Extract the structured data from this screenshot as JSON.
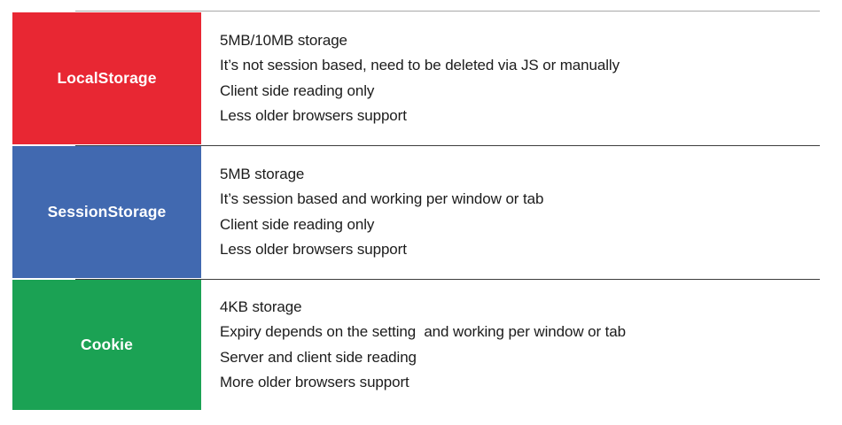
{
  "table": {
    "colors": {
      "local_storage": "#E82733",
      "session_storage": "#4169B0",
      "cookie": "#1BA254",
      "rule_light": "#A8A8A8",
      "rule_dark": "#3D3D3D",
      "label_text": "#FFFFFF",
      "body_text": "#1C1C1C",
      "background": "#FFFFFF"
    },
    "rows": [
      {
        "label": "LocalStorage",
        "color": "#E82733",
        "lines": [
          "5MB/10MB storage",
          "It’s not session based, need to be deleted via JS or manually",
          "Client side reading only",
          "Less older browsers support"
        ]
      },
      {
        "label": "SessionStorage",
        "color": "#4169B0",
        "lines": [
          "5MB storage",
          "It’s session based and working per window or tab",
          "Client side reading only",
          "Less older browsers support"
        ]
      },
      {
        "label": "Cookie",
        "color": "#1BA254",
        "lines": [
          "4KB storage",
          "Expiry depends on the setting  and working per window or tab",
          "Server and client side reading",
          "More older browsers support"
        ]
      }
    ]
  }
}
